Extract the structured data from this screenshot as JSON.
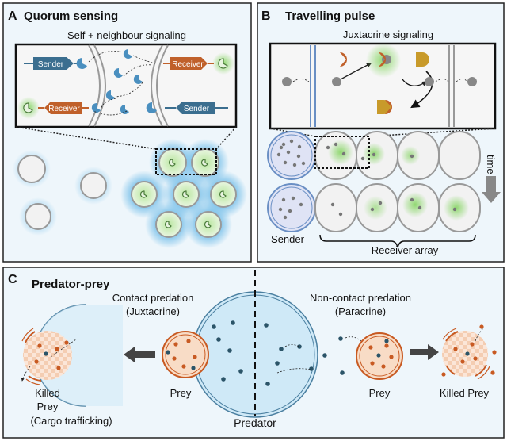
{
  "panel_a": {
    "letter": "A",
    "title": "Quorum sensing",
    "subtitle": "Self + neighbour signaling",
    "sender_top": "Sender",
    "receiver_top": "Receiver",
    "receiver_bottom": "Receiver",
    "sender_bottom": "Sender"
  },
  "panel_b": {
    "letter": "B",
    "title": "Travelling pulse",
    "subtitle": "Juxtacrine signaling",
    "time_label": "time",
    "sender_label": "Sender",
    "receiver_array_label": "Receiver array"
  },
  "panel_c": {
    "letter": "C",
    "title": "Predator-prey",
    "contact_line1": "Contact predation",
    "contact_line2": "(Juxtacrine)",
    "noncontact_line1": "Non-contact predation",
    "noncontact_line2": "(Paracrine)",
    "killed_prey_line1": "Killed",
    "killed_prey_line2": "Prey",
    "killed_prey_line3": "(Cargo trafficking)",
    "prey_left": "Prey",
    "predator": "Predator",
    "prey_right": "Prey",
    "killed_prey_right": "Killed Prey"
  },
  "colors": {
    "panel_bg": "#eef6fb",
    "sender_blue": "#3b6e8f",
    "receiver_orange": "#c0602a",
    "pac_blue": "#4a8fbf",
    "green_glow": "#7fd35a",
    "blue_glow": "#7fc4ea",
    "prey_orange": "#c85a22",
    "predator_blue": "#cfe9f7",
    "dot_dark": "#2b5468",
    "gold": "#c89a2a"
  }
}
